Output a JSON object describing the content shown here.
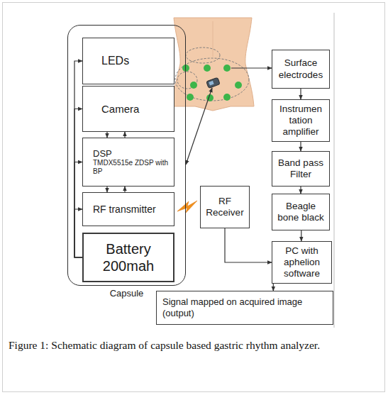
{
  "diagram": {
    "caption": "Figure 1: Schematic diagram of capsule based gastric rhythm analyzer.",
    "nodes": [
      {
        "text": [
          "Capsule"
        ]
      },
      {
        "text": [
          "LEDs"
        ],
        "in": 0
      },
      {
        "text": [
          "Camera"
        ],
        "in": 0
      },
      {
        "text": [
          "DSP",
          "TMDX5515e ZDSP with BP"
        ],
        "in": 0
      },
      {
        "text": [
          "RF transmitter"
        ],
        "in": 0
      },
      {
        "text": [
          "Battery 200mah"
        ],
        "in": 0
      },
      {
        "text": [
          "Surface electrodes"
        ]
      },
      {
        "text": [
          "Instrumen tation amplifier"
        ]
      },
      {
        "text": [
          "Band pass Filter"
        ]
      },
      {
        "text": [
          "RF Receiver"
        ]
      },
      {
        "text": [
          "Beagle bone black"
        ]
      },
      {
        "text": [
          "PC with aphelion software"
        ]
      },
      {
        "text": [
          "Signal mapped on acquired image (output)"
        ]
      }
    ],
    "edges": [
      {
        "from": 5,
        "to": 1,
        "arrow": "to"
      },
      {
        "from": 5,
        "to": 2,
        "arrow": "to"
      },
      {
        "from": 5,
        "to": 3,
        "arrow": "to"
      },
      {
        "from": 5,
        "to": 4,
        "arrow": "to"
      },
      {
        "from": 2,
        "to": 3,
        "arrow": "to"
      },
      {
        "from": 3,
        "to": 2,
        "arrow": "to"
      },
      {
        "from": 3,
        "to": 4,
        "arrow": "to"
      },
      {
        "from": 4,
        "to": 3,
        "arrow": "to"
      },
      {
        "from": 6,
        "to": 7,
        "arrow": "to"
      },
      {
        "from": 7,
        "to": 8,
        "arrow": "to"
      },
      {
        "from": 8,
        "to": 10,
        "arrow": "to"
      },
      {
        "from": 10,
        "to": 11,
        "arrow": "to"
      },
      {
        "from": 9,
        "to": 11,
        "arrow": "to"
      },
      {
        "from": 11,
        "to": 12,
        "arrow": "to"
      }
    ]
  }
}
